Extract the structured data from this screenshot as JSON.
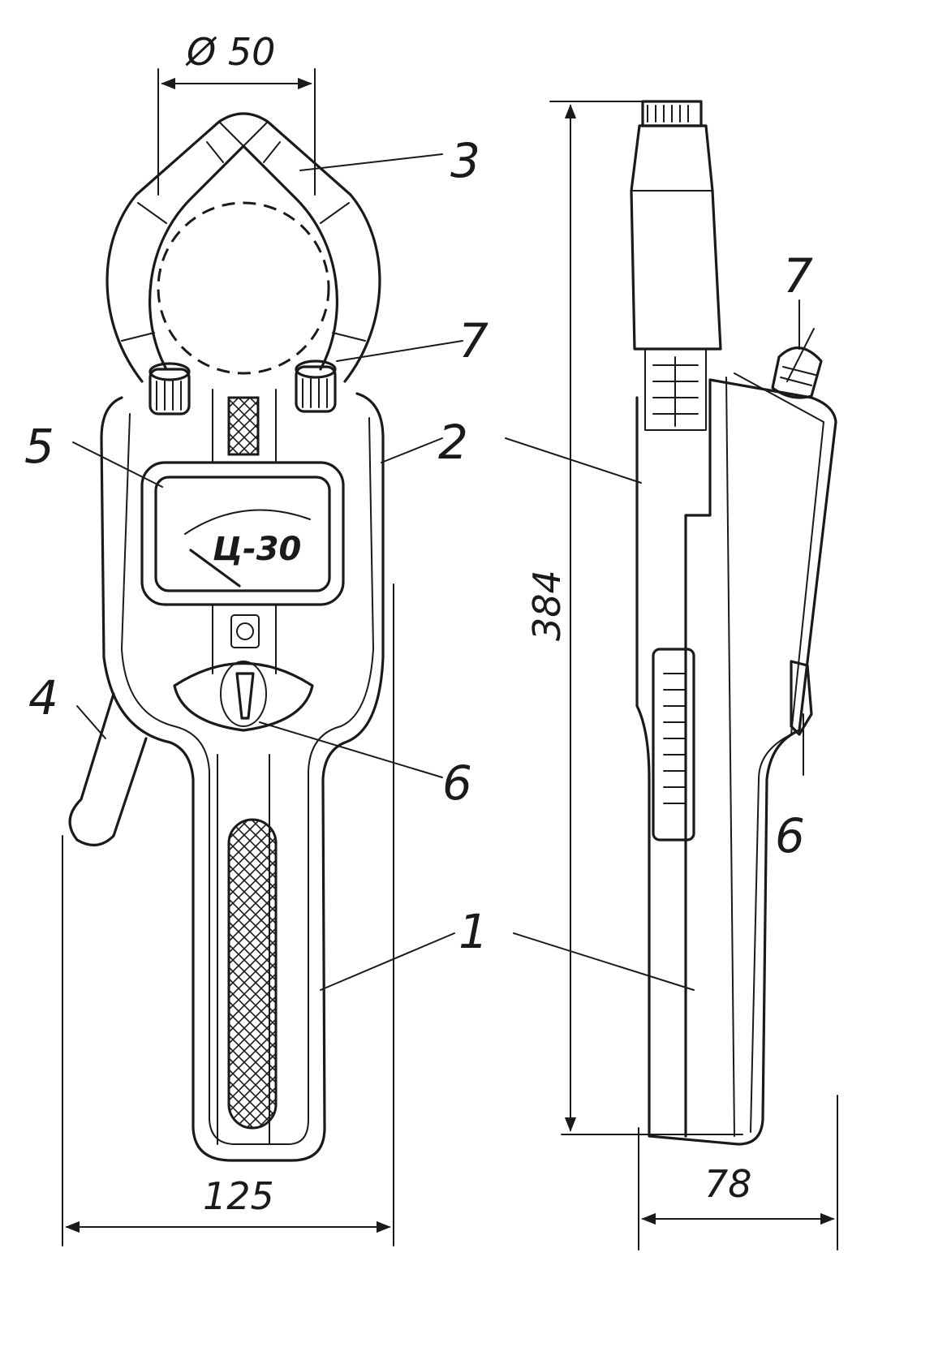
{
  "dimensions": {
    "jaw_diameter": "Ø 50",
    "front_width": "125",
    "height": "384",
    "side_depth": "78"
  },
  "meter_label": "Ц-30",
  "callouts": [
    {
      "id": "1",
      "label": "1"
    },
    {
      "id": "1b",
      "label": "1"
    },
    {
      "id": "2",
      "label": "2"
    },
    {
      "id": "3",
      "label": "3"
    },
    {
      "id": "4",
      "label": "4"
    },
    {
      "id": "5",
      "label": "5"
    },
    {
      "id": "6",
      "label": "6"
    },
    {
      "id": "6b",
      "label": "6"
    },
    {
      "id": "7",
      "label": "7"
    },
    {
      "id": "7b",
      "label": "7"
    }
  ]
}
